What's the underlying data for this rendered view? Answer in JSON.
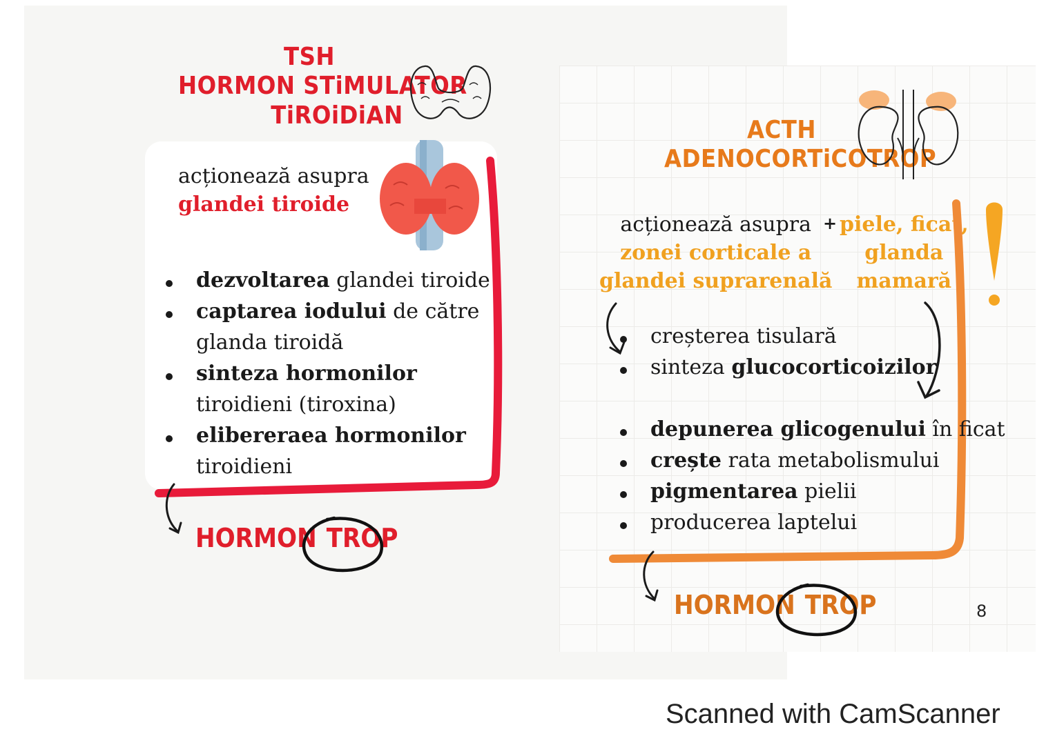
{
  "left": {
    "title": [
      "TSH",
      "HORMON STiMULATOR",
      "TiROiDiAN"
    ],
    "action_intro": "acționează asupra",
    "action_target": "glandei tiroide",
    "bullets": [
      {
        "bold": "dezvoltarea",
        "rest": " glandei tiroide",
        "cont": ""
      },
      {
        "bold": "captarea iodului",
        "rest": " de către",
        "cont": "glanda tiroidă"
      },
      {
        "bold": "sinteza hormonilor",
        "rest": "",
        "cont": "tiroidieni (tiroxina)"
      },
      {
        "bold": "elibereraea hormonilor",
        "rest": "",
        "cont": "tiroidieni"
      }
    ],
    "hormon": "HORMON",
    "trop": "TROP"
  },
  "right": {
    "title": [
      "ACTH",
      "ADENOCORTiCOTROP"
    ],
    "action_intro": "acționează asupra",
    "action_target": [
      "zonei corticale a",
      "glandei suprarenală"
    ],
    "plus": "+",
    "extra": [
      "piele, ficat,",
      "glanda",
      "mamară"
    ],
    "group1": [
      {
        "pre": "creșterea tisulară",
        "bold": "",
        "post": ""
      },
      {
        "pre": "sinteza ",
        "bold": "glucocorticoizilor",
        "post": ""
      }
    ],
    "group2": [
      {
        "pre": "",
        "bold": "depunerea glicogenului",
        "post": " în ficat"
      },
      {
        "pre": "",
        "bold": "crește",
        "post": " rata metabolismului"
      },
      {
        "pre": "",
        "bold": "pigmentarea",
        "post": " pielii"
      },
      {
        "pre": "",
        "bold": "",
        "post": "producerea laptelui"
      }
    ],
    "exclamation": "!",
    "hormon": "HORMON",
    "trop": "TROP"
  },
  "page_number": "8",
  "scanner_note": "Scanned with CamScanner",
  "colors": {
    "tsh_red": "#e01e2b",
    "acth_orange": "#e77a1b",
    "acth_yellow": "#f0a120"
  }
}
